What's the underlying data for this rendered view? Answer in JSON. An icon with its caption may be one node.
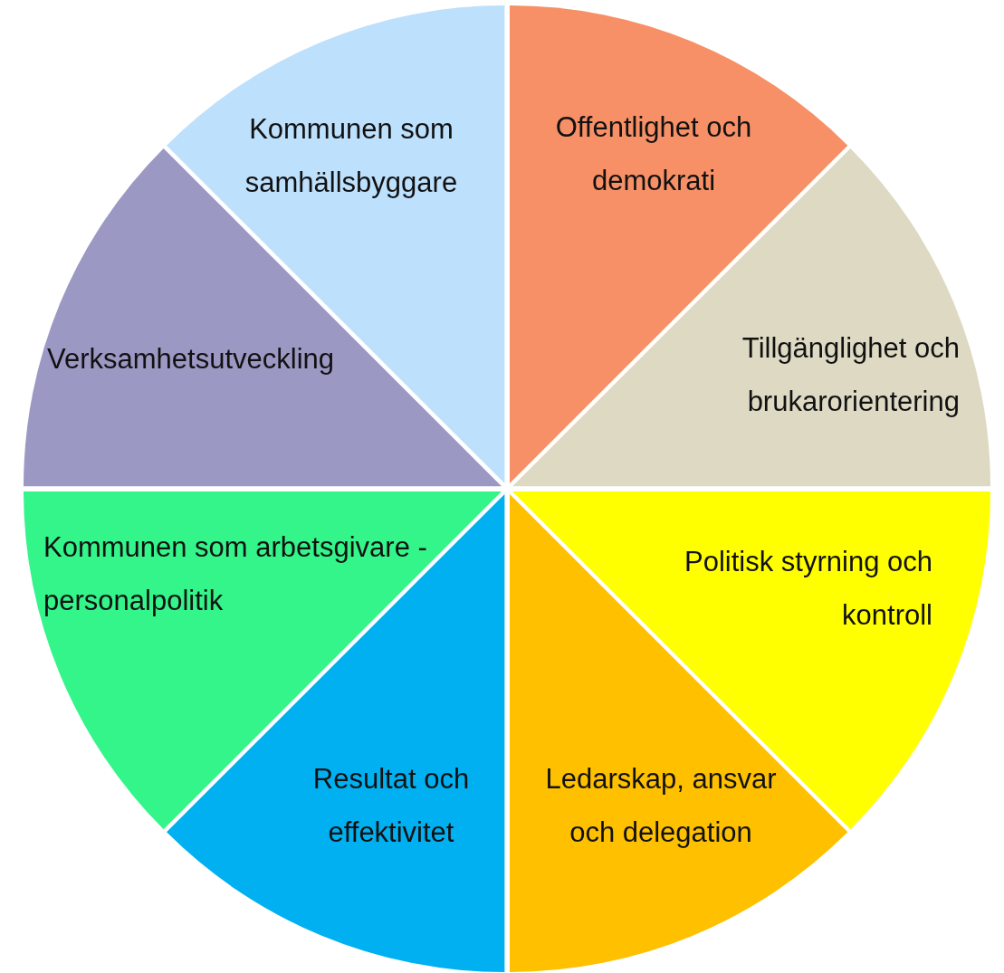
{
  "diagram": {
    "nodes": [
      {
        "text": [
          "Offentlighet och demokrati"
        ]
      },
      {
        "text": [
          "Tillgänglighet och brukarorientering"
        ]
      },
      {
        "text": [
          "Politisk styrning och kontroll"
        ]
      },
      {
        "text": [
          "Ledarskap, ansvar och delegation"
        ]
      },
      {
        "text": [
          "Resultat och effektivitet"
        ]
      },
      {
        "text": [
          "Kommunen som arbetsgivare - personalpolitik"
        ]
      },
      {
        "text": [
          "Verksamhetsutveckling"
        ]
      },
      {
        "text": [
          "Kommunen som samhällsbyggare"
        ]
      }
    ]
  }
}
